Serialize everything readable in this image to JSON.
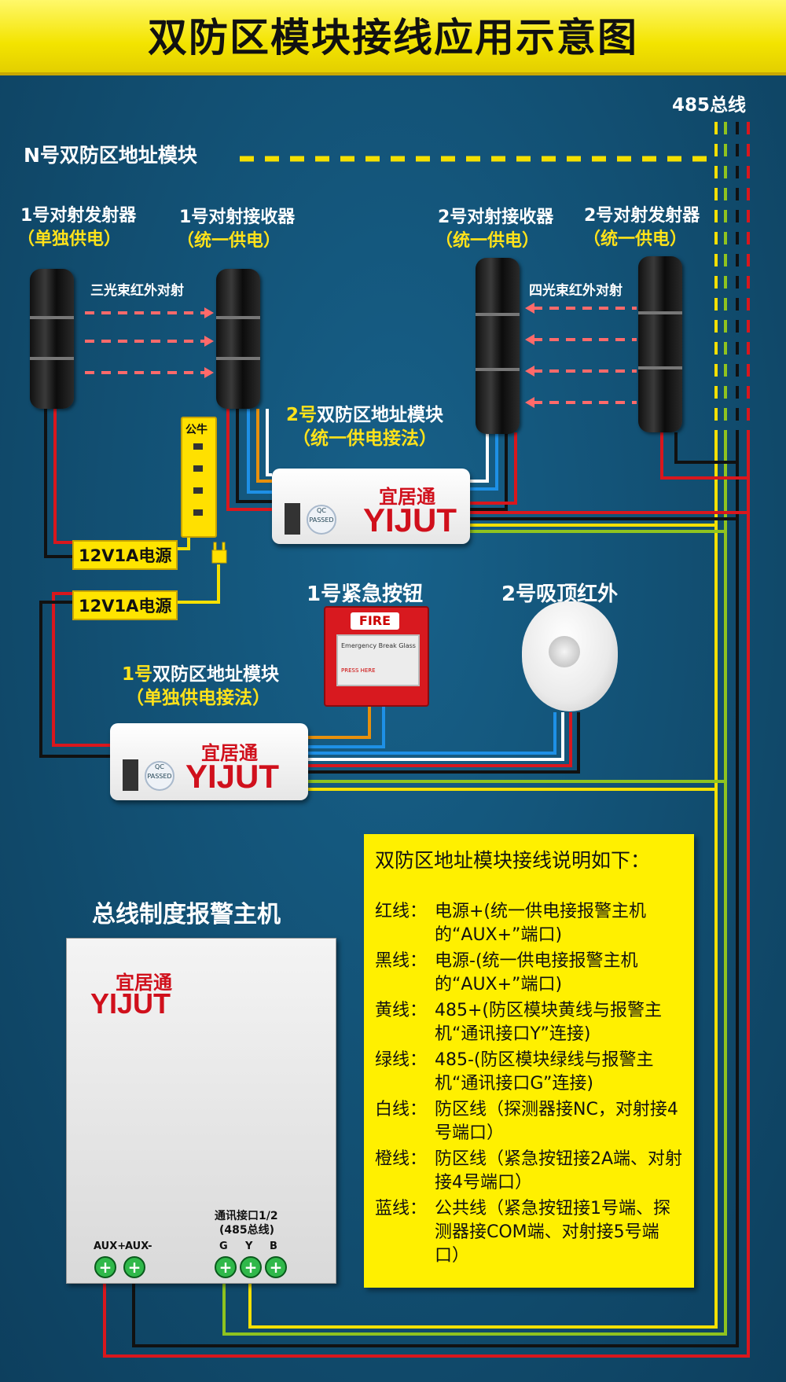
{
  "title": "双防区模块接线应用示意图",
  "bus_label": "485总线",
  "n_module_label": "N号双防区地址模块",
  "devices": {
    "tx1": {
      "name": "1号对射发射器",
      "power": "（单独供电）"
    },
    "rx1": {
      "name": "1号对射接收器",
      "power": "（统一供电）"
    },
    "rx2": {
      "name": "2号对射接收器",
      "power": "（统一供电）"
    },
    "tx2": {
      "name": "2号对射发射器",
      "power": "（统一供电）"
    },
    "beam3": "三光束红外对射",
    "beam4": "四光束红外对射"
  },
  "module2": {
    "num": "2号",
    "name": "双防区地址模块",
    "mode": "（统一供电接法）"
  },
  "module1": {
    "num": "1号",
    "name": "双防区地址模块",
    "mode": "（单独供电接法）"
  },
  "brand": {
    "cn": "宜居通",
    "en": "YIJUT"
  },
  "qc": {
    "line1": "QC",
    "line2": "PASSED"
  },
  "socket_label": "公牛",
  "psu_label": "12V1A电源",
  "emergency_button": "1号紧急按钮",
  "fire_button": {
    "label": "FIRE",
    "glass": "Emergency Break Glass",
    "press": "PRESS HERE"
  },
  "ceiling_pir": "2号吸顶红外",
  "host": {
    "title": "总线制度报警主机",
    "comm_label": "通讯接口1/2",
    "comm_sub": "(485总线)",
    "terminals": [
      "AUX+",
      "AUX-",
      "G",
      "Y",
      "B"
    ]
  },
  "notes": {
    "title": "双防区地址模块接线说明如下：",
    "items": [
      {
        "key": "红线：",
        "value": "电源+(统一供电接报警主机的“AUX+”端口)"
      },
      {
        "key": "黑线：",
        "value": "电源-(统一供电接报警主机的“AUX+”端口)"
      },
      {
        "key": "黄线：",
        "value": "485+(防区模块黄线与报警主机“通讯接口Y”连接)"
      },
      {
        "key": "绿线：",
        "value": "485-(防区模块绿线与报警主机“通讯接口G”连接)"
      },
      {
        "key": "白线：",
        "value": "防区线（探测器接NC，对射接4号端口）"
      },
      {
        "key": "橙线：",
        "value": "防区线（紧急按钮接2A端、对射接4号端口）"
      },
      {
        "key": "蓝线：",
        "value": "公共线（紧急按钮接1号端、探测器接COM端、对射接5号端口）"
      }
    ]
  },
  "wire_colors": {
    "red": "#d9171d",
    "black": "#111111",
    "yellow": "#f5e000",
    "green": "#8fc31f",
    "white": "#ffffff",
    "orange": "#e8900c",
    "blue": "#1e90e6"
  }
}
